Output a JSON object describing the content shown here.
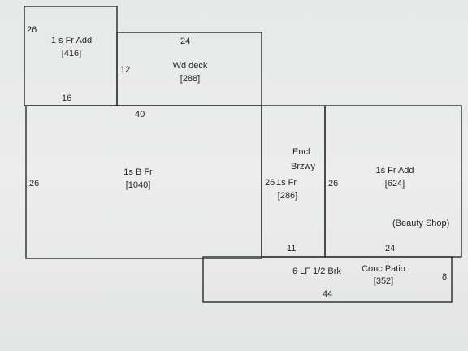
{
  "rooms": {
    "add_1s_left": {
      "name": "1 s Fr Add",
      "area": "[416]"
    },
    "deck": {
      "name": "Wd deck",
      "area": "[288]"
    },
    "main": {
      "name": "1s B Fr",
      "area": "[1040]"
    },
    "breezeway": {
      "name_line1": "Encl",
      "name_line2": "Brzwy",
      "label": "1s Fr",
      "area": "[286]"
    },
    "add_1s_right": {
      "name": "1s Fr Add",
      "area": "[624]",
      "note": "(Beauty Shop)"
    },
    "patio": {
      "name": "Conc Patio",
      "area": "[352]",
      "note": "6 LF 1/2 Brk"
    }
  },
  "dimensions": {
    "add_left_side": "26",
    "add_left_bottom": "16",
    "deck_top": "24",
    "deck_side": "12",
    "main_top": "40",
    "main_side": "26",
    "breezeway_side": "26",
    "breezeway_bottom": "11",
    "right_side": "26",
    "right_bottom": "24",
    "patio_side": "8",
    "patio_bottom": "44"
  },
  "colors": {
    "line": "#2a2a2a",
    "text": "#262626",
    "background": "#e9ebea"
  }
}
